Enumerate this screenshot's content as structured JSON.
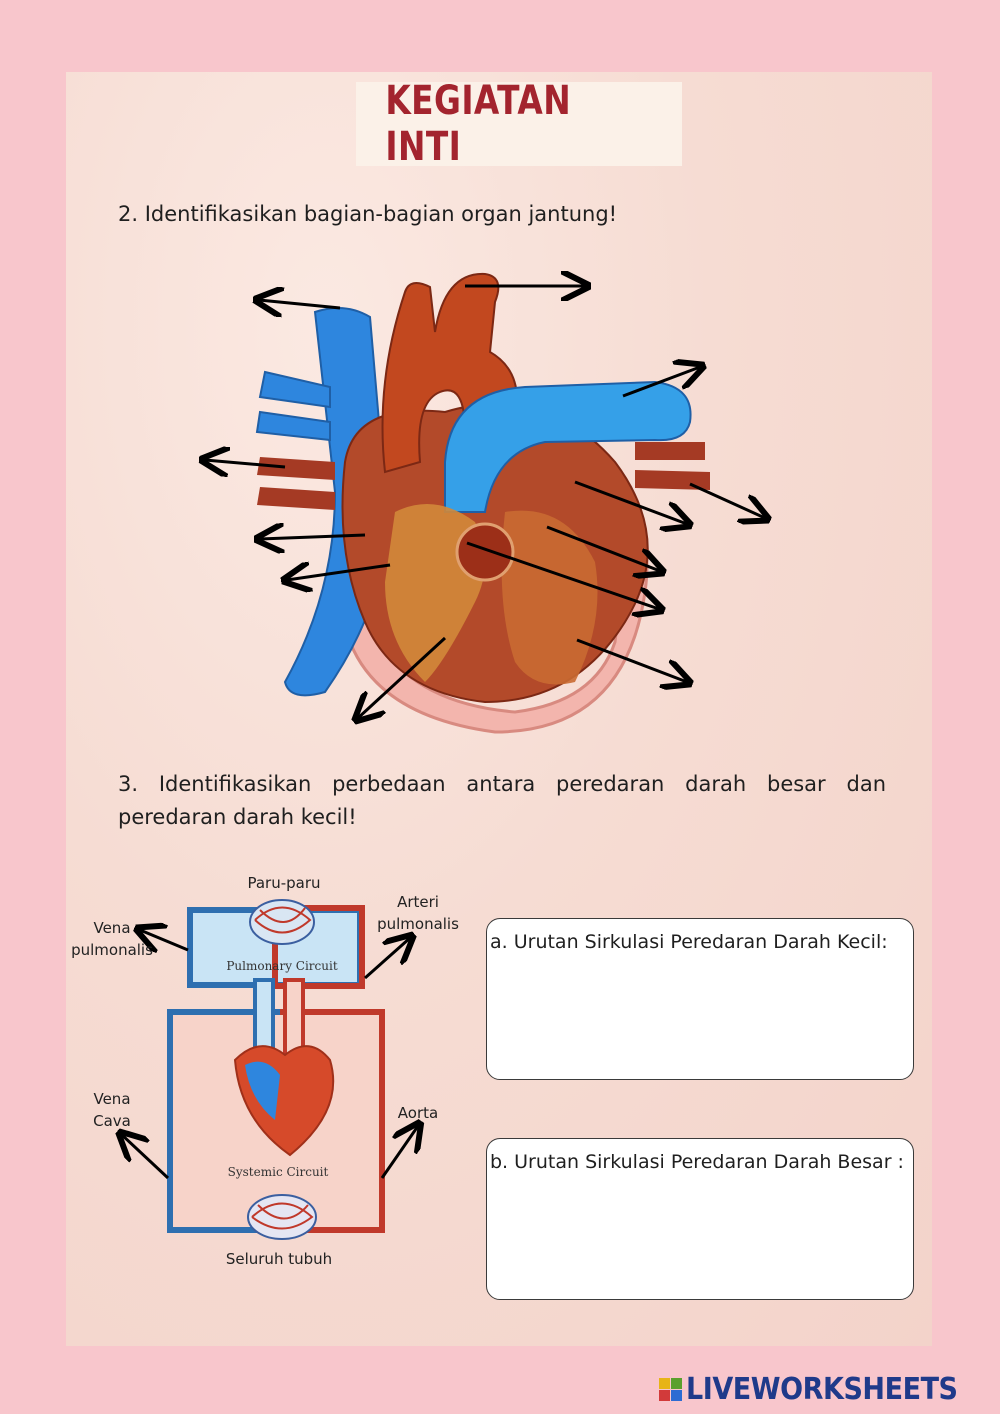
{
  "title": "KEGIATAN INTI",
  "question2": "2. Identifikasikan bagian-bagian organ jantung!",
  "question3_line1": "3. Identifikasikan perbedaan antara peredaran darah besar dan",
  "question3_line2": "peredaran darah kecil!",
  "circulation_diagram": {
    "paru_paru": "Paru-paru",
    "vena_pulmonalis_1": "Vena",
    "vena_pulmonalis_2": "pulmonalis",
    "arteri_pulmonalis_1": "Arteri",
    "arteri_pulmonalis_2": "pulmonalis",
    "pulmonary_circuit": "Pulmonary Circuit",
    "systemic_circuit": "Systemic Circuit",
    "vena_cava_1": "Vena",
    "vena_cava_2": "Cava",
    "aorta": "Aorta",
    "seluruh_tubuh": "Seluruh tubuh"
  },
  "answer_a_label": "a. Urutan Sirkulasi Peredaran Darah Kecil:",
  "answer_b_label": "b. Urutan Sirkulasi Peredaran Darah Besar :",
  "footer_brand": "LIVEWORKSHEETS",
  "colors": {
    "title": "#a3242e",
    "vein_blue": "#2e86de",
    "artery_red": "#b8321f",
    "background_pink": "#f8c6cc",
    "brand_blue": "#1f3a8a"
  }
}
